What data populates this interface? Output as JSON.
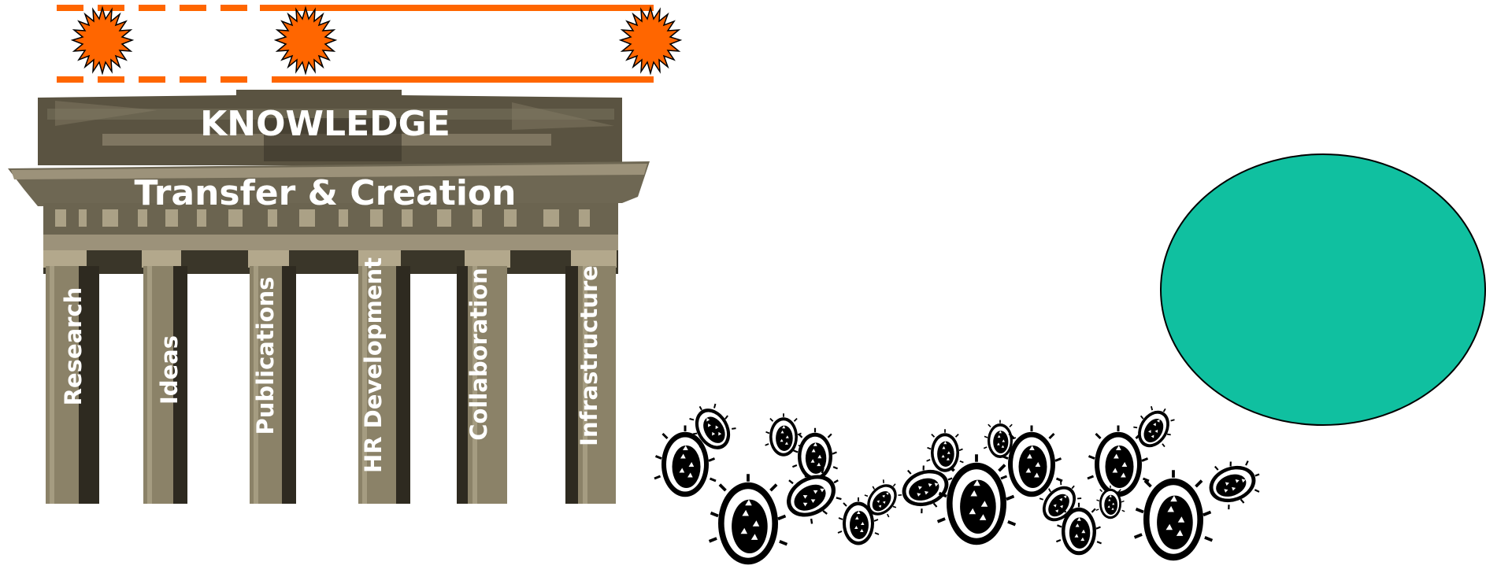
{
  "title": "KNOWLEDGE",
  "subtitle": "Transfer & Creation",
  "pillars": [
    "Research",
    "Ideas",
    "Publications",
    "HR Development",
    "Collaboration",
    "Infrastructure"
  ],
  "colors": {
    "accent_orange": "#ff6600",
    "ellipse_teal": "#10c0a0",
    "stone_dark": "#3a3629",
    "stone_mid": "#6b6450",
    "stone_light": "#9c927a"
  }
}
